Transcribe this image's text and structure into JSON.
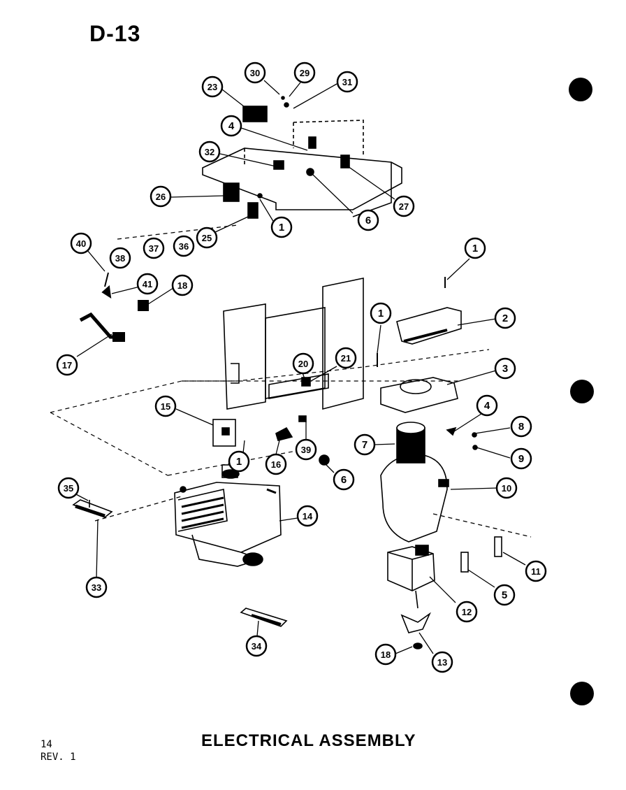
{
  "header": {
    "page_code": "D-13"
  },
  "footer": {
    "page_number": "14",
    "revision": "REV. 1",
    "title": "ELECTRICAL ASSEMBLY"
  },
  "callouts": [
    {
      "id": "c30a",
      "label": "30"
    },
    {
      "id": "c29a",
      "label": "29"
    },
    {
      "id": "c31",
      "label": "31"
    },
    {
      "id": "c23",
      "label": "23"
    },
    {
      "id": "c4a",
      "label": "4"
    },
    {
      "id": "c32",
      "label": "32"
    },
    {
      "id": "c26",
      "label": "26"
    },
    {
      "id": "c27",
      "label": "27"
    },
    {
      "id": "c6a",
      "label": "6"
    },
    {
      "id": "c1a",
      "label": "1"
    },
    {
      "id": "c25",
      "label": "25"
    },
    {
      "id": "c36",
      "label": "36"
    },
    {
      "id": "c37",
      "label": "37"
    },
    {
      "id": "c38",
      "label": "38"
    },
    {
      "id": "c40",
      "label": "40"
    },
    {
      "id": "c41",
      "label": "41"
    },
    {
      "id": "c18a",
      "label": "18"
    },
    {
      "id": "c17",
      "label": "17"
    },
    {
      "id": "c1b",
      "label": "1"
    },
    {
      "id": "c2",
      "label": "2"
    },
    {
      "id": "c1c",
      "label": "1"
    },
    {
      "id": "c21",
      "label": "21"
    },
    {
      "id": "c20",
      "label": "20"
    },
    {
      "id": "c3",
      "label": "3"
    },
    {
      "id": "c15",
      "label": "15"
    },
    {
      "id": "c4b",
      "label": "4"
    },
    {
      "id": "c8",
      "label": "8"
    },
    {
      "id": "c9",
      "label": "9"
    },
    {
      "id": "c7",
      "label": "7"
    },
    {
      "id": "c39",
      "label": "39"
    },
    {
      "id": "c1d",
      "label": "1"
    },
    {
      "id": "c16",
      "label": "16"
    },
    {
      "id": "c6b",
      "label": "6"
    },
    {
      "id": "c10",
      "label": "10"
    },
    {
      "id": "c35",
      "label": "35"
    },
    {
      "id": "c14",
      "label": "14"
    },
    {
      "id": "c33",
      "label": "33"
    },
    {
      "id": "c11",
      "label": "11"
    },
    {
      "id": "c5",
      "label": "5"
    },
    {
      "id": "c12",
      "label": "12"
    },
    {
      "id": "c34",
      "label": "34"
    },
    {
      "id": "c18b",
      "label": "18"
    },
    {
      "id": "c13",
      "label": "13"
    }
  ]
}
